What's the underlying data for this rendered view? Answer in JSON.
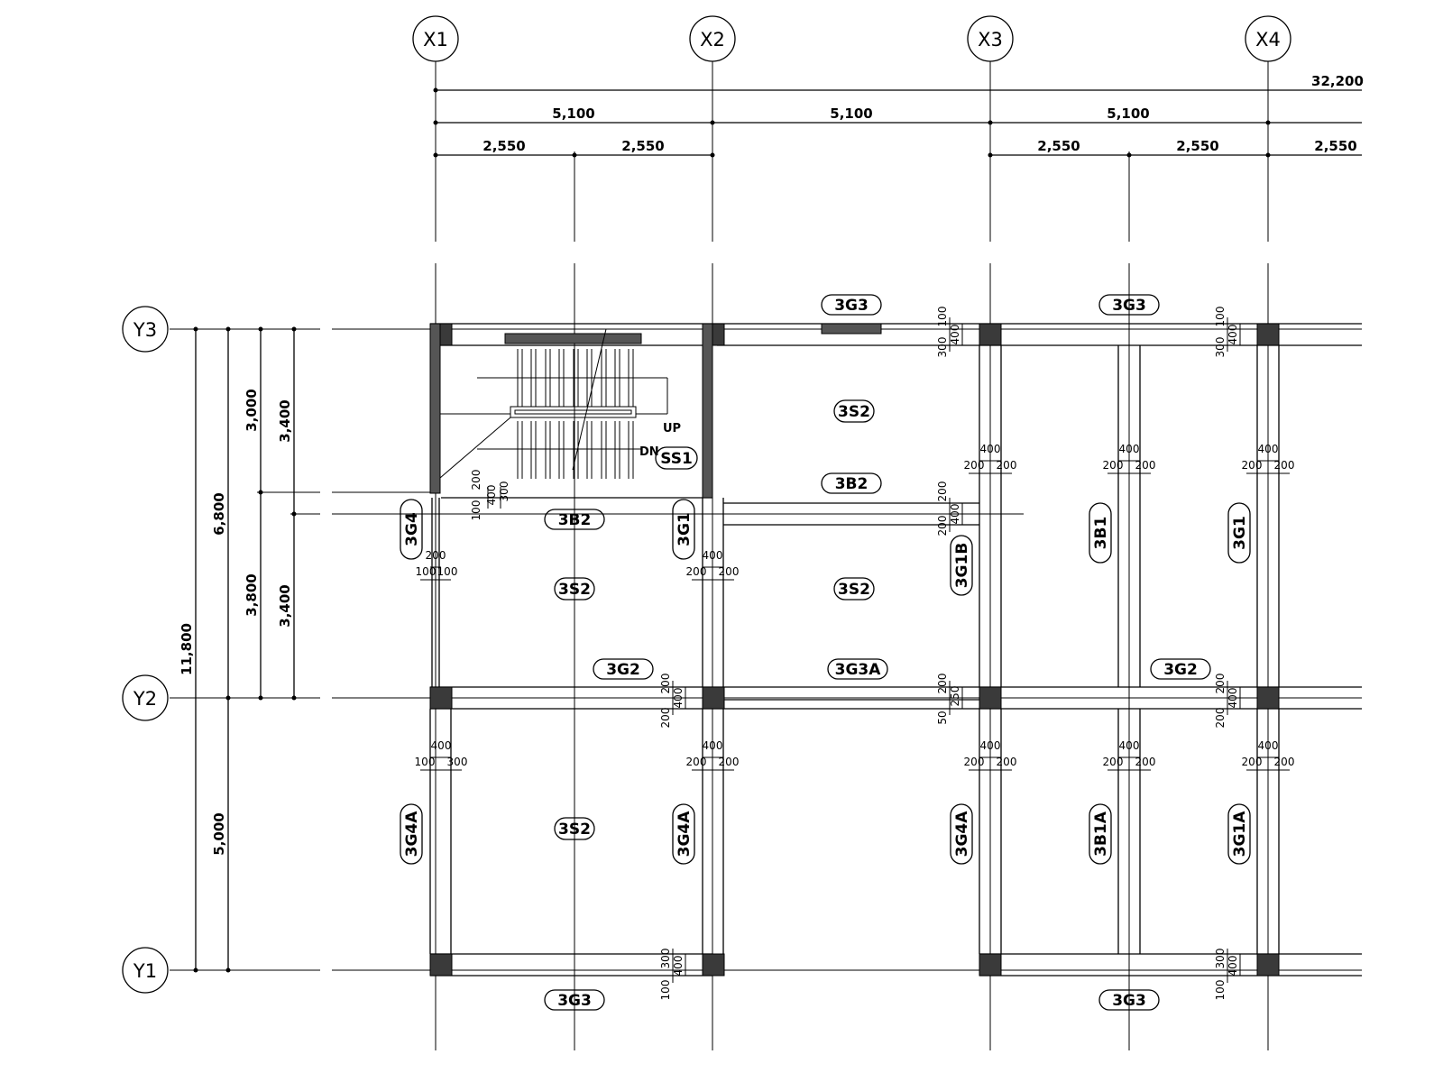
{
  "grid": {
    "x": [
      {
        "id": "gx1",
        "label": "X1"
      },
      {
        "id": "gx2",
        "label": "X2"
      },
      {
        "id": "gx3",
        "label": "X3"
      },
      {
        "id": "gx4",
        "label": "X4"
      }
    ],
    "y": [
      {
        "id": "gy3",
        "label": "Y3"
      },
      {
        "id": "gy2",
        "label": "Y2"
      },
      {
        "id": "gy1",
        "label": "Y1"
      }
    ]
  },
  "dimensions": {
    "total_x": "32,200",
    "spans_x": [
      "5,100",
      "5,100",
      "5,100"
    ],
    "half_spans_x": [
      "2,550",
      "2,550",
      "2,550",
      "2,550",
      "2,550"
    ],
    "total_y": "11,800",
    "y_outer": [
      "6,800",
      "5,000"
    ],
    "y_middle": [
      "3,000",
      "3,800"
    ],
    "y_inner": [
      "3,400",
      "3,400"
    ]
  },
  "member_tags": {
    "g3_top_a": "3G3",
    "g3_top_b": "3G3",
    "s2_top": "3S2",
    "b2_mid": "3B2",
    "b2_left": "3B2",
    "ss1": "SS1",
    "g4": "3G4",
    "g1_x2": "3G1",
    "g1b": "3G1B",
    "b1": "3B1",
    "g1_x4": "3G1",
    "s2_left": "3S2",
    "s2_mid": "3S2",
    "g2_left": "3G2",
    "g3a": "3G3A",
    "g2_right": "3G2",
    "g4a_x1": "3G4A",
    "s2_bottom": "3S2",
    "g4a_x2": "3G4A",
    "g4a_x3": "3G4A",
    "b1a": "3B1A",
    "g1a": "3G1A",
    "g3_bottom_a": "3G3",
    "g3_bottom_b": "3G3"
  },
  "stair": {
    "up": "UP",
    "dn": "DN"
  },
  "small_dims": {
    "v100": "100",
    "v200": "200",
    "v300": "300",
    "v400": "400",
    "v250": "250",
    "v50": "50"
  }
}
